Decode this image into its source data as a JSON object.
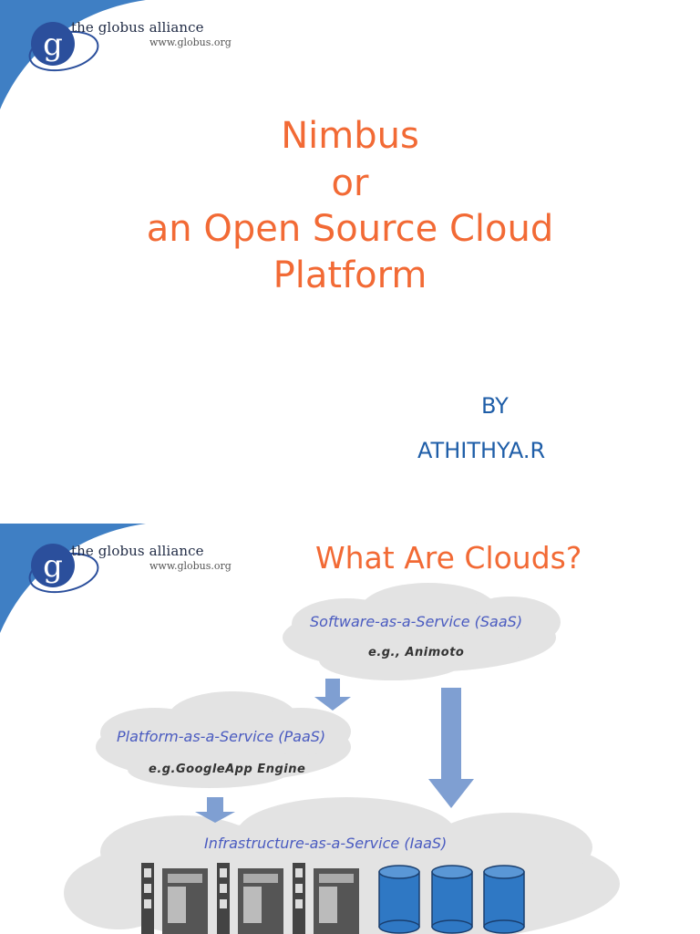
{
  "slide1": {
    "logo": {
      "name": "the globus alliance",
      "url": "www.globus.org"
    },
    "title_lines": [
      "Nimbus",
      "or",
      "an Open Source Cloud",
      "Platform"
    ],
    "by_label": "BY",
    "author": "ATHITHYA.R"
  },
  "slide2": {
    "logo": {
      "name": "the globus alliance",
      "url": "www.globus.org"
    },
    "title": "What Are Clouds?",
    "saas": {
      "label": "Software-as-a-Service (SaaS)",
      "example": "e.g., Animoto"
    },
    "paas": {
      "label": "Platform-as-a-Service (PaaS)",
      "example": "e.g.GoogleApp Engine"
    },
    "iaas": {
      "label": "Infrastructure-as-a-Service (IaaS)"
    }
  },
  "colors": {
    "title": "#f26a35",
    "author": "#1f5ea8",
    "cloud_label": "#4a5bc0",
    "swoosh": "#3f7fc4",
    "arrow": "#7f9fd2",
    "storage": "#2f78c4"
  }
}
